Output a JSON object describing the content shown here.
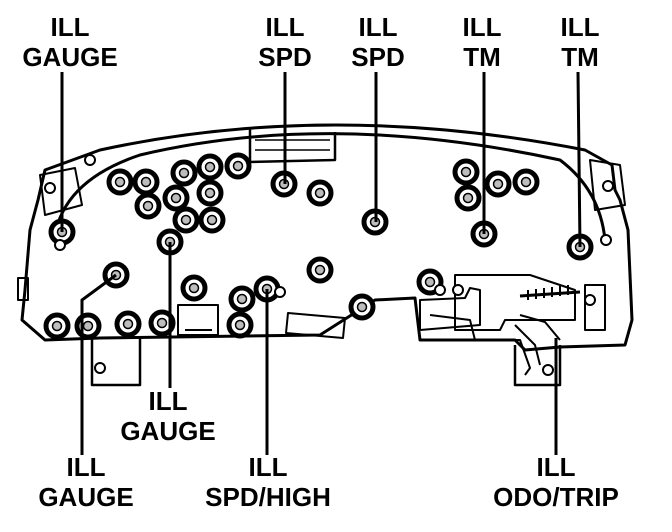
{
  "colors": {
    "ink": "#000000",
    "paper": "#ffffff",
    "hole": "#bdbdbd"
  },
  "callouts": [
    {
      "id": "ill-gauge-top-left",
      "line1": "ILL",
      "line2": "GAUGE"
    },
    {
      "id": "ill-spd-1",
      "line1": "ILL",
      "line2": "SPD"
    },
    {
      "id": "ill-spd-2",
      "line1": "ILL",
      "line2": "SPD"
    },
    {
      "id": "ill-tm-1",
      "line1": "ILL",
      "line2": "TM"
    },
    {
      "id": "ill-tm-2",
      "line1": "ILL",
      "line2": "TM"
    },
    {
      "id": "ill-gauge-mid",
      "line1": "ILL",
      "line2": "GAUGE"
    },
    {
      "id": "ill-gauge-bottom-left",
      "line1": "ILL",
      "line2": "GAUGE"
    },
    {
      "id": "ill-spd-high",
      "line1": "ILL",
      "line2": "SPD/HIGH"
    },
    {
      "id": "ill-odo-trip",
      "line1": "ILL",
      "line2": "ODO/TRIP"
    }
  ]
}
